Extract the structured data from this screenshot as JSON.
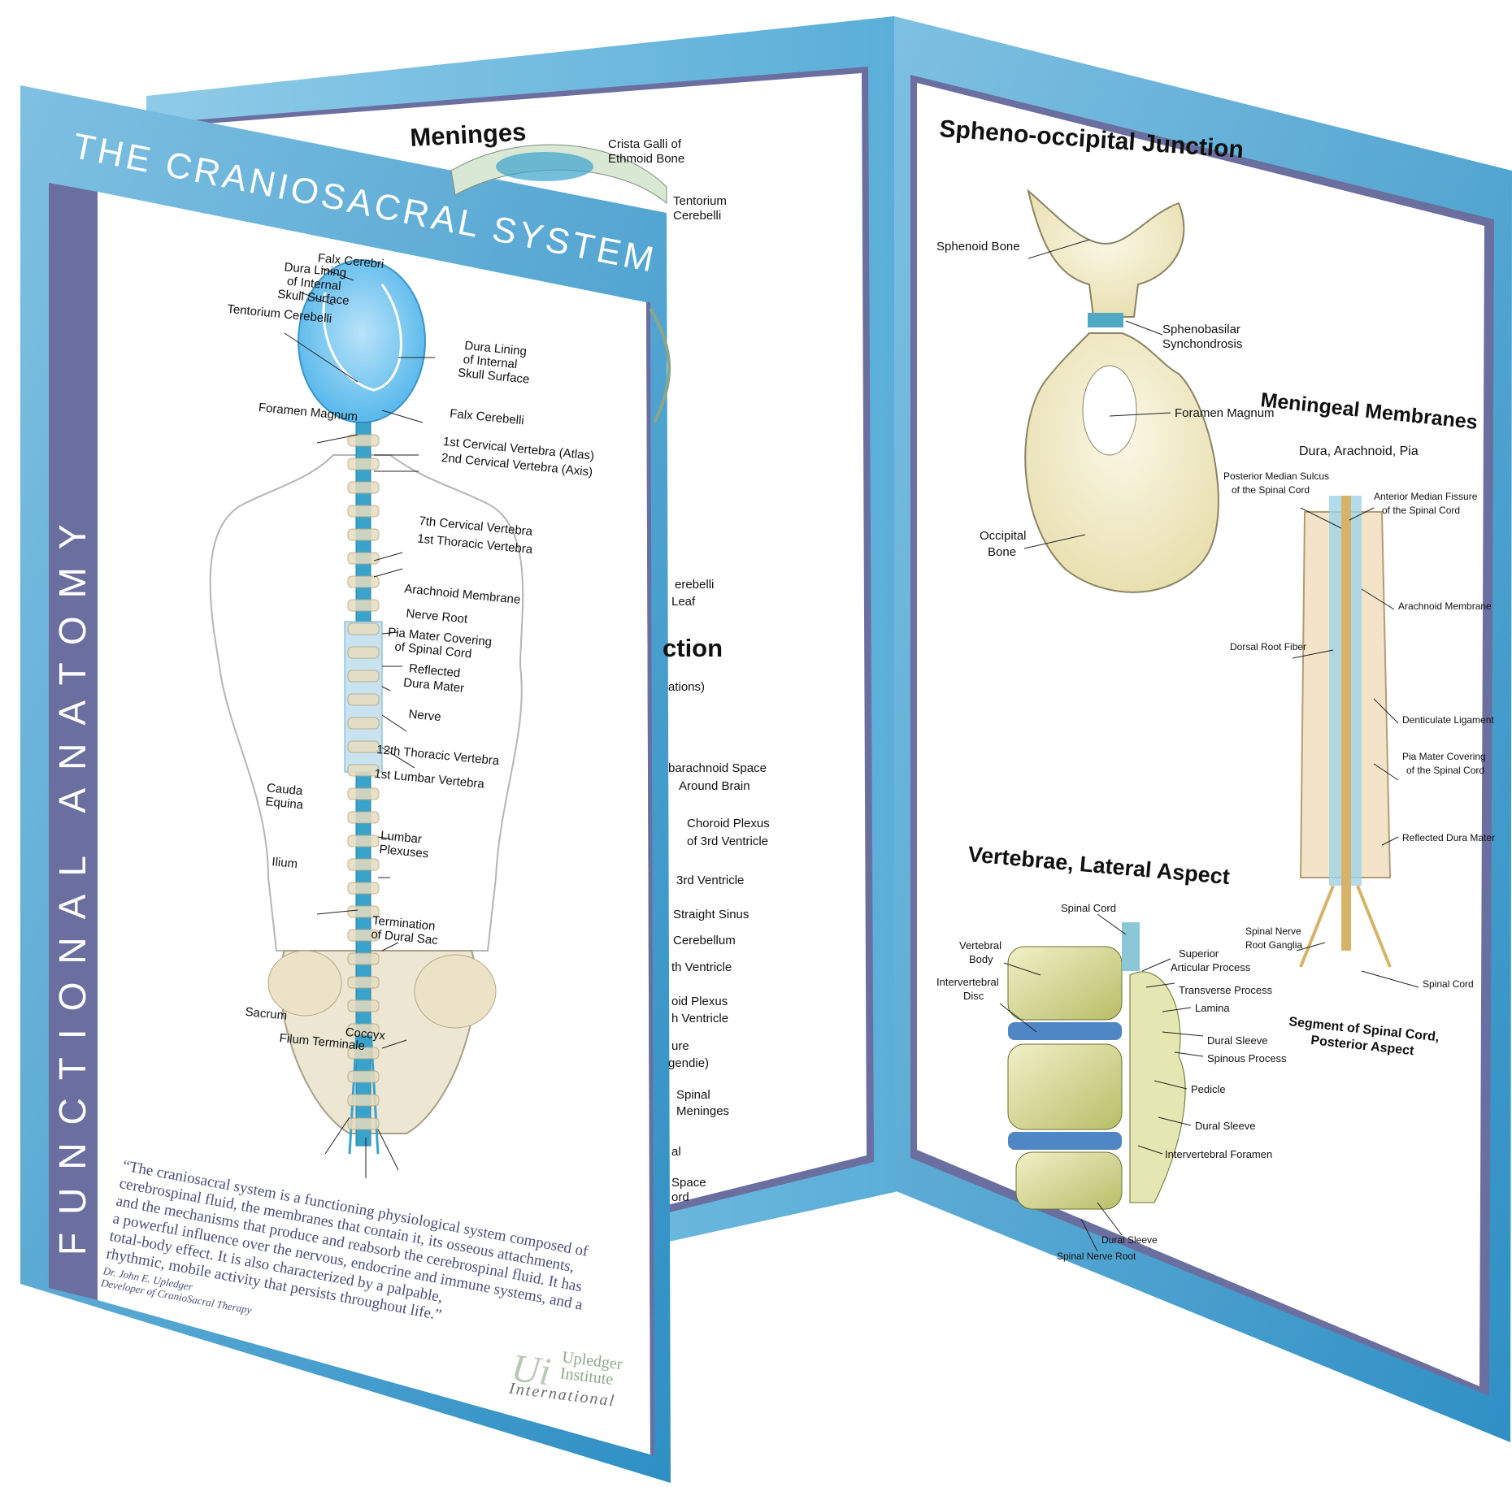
{
  "brochure": {
    "front_title": "THE CRANIOSACRAL SYSTEM",
    "spine_title": "FUNCTIONAL ANATOMY",
    "colors": {
      "cover": "#3a9acc",
      "cover_light": "#8ec6e4",
      "spine_band": "#6b6fa0",
      "panel_border": "#6b6fa0"
    }
  },
  "front_panel": {
    "labels": {
      "falx_cerebri": "Falx Cerebri",
      "dura_lining_line1": "Dura Lining",
      "dura_lining_line2": "of Internal",
      "dura_lining_line3": "Skull Surface",
      "tentorium": "Tentorium Cerebelli",
      "dura_lining_r1": "Dura Lining",
      "dura_lining_r2": "of Internal",
      "dura_lining_r3": "Skull Surface",
      "falx_cerebelli": "Falx Cerebelli",
      "foramen_magnum": "Foramen Magnum",
      "atlas": "1st Cervical Vertebra (Atlas)",
      "axis": "2nd Cervical Vertebra (Axis)",
      "c7": "7th Cervical Vertebra",
      "t1": "1st Thoracic Vertebra",
      "arachnoid": "Arachnoid Membrane",
      "nerve_root": "Nerve Root",
      "pia1": "Pia Mater Covering",
      "pia2": "of Spinal Cord",
      "reflected1": "Reflected",
      "reflected2": "Dura Mater",
      "nerve": "Nerve",
      "t12": "12th Thoracic Vertebra",
      "l1": "1st Lumbar Vertebra",
      "cauda1": "Cauda",
      "cauda2": "Equina",
      "lumbar1": "Lumbar",
      "lumbar2": "Plexuses",
      "ilium": "Ilium",
      "termination1": "Termination",
      "termination2": "of Dural Sac",
      "sacrum": "Sacrum",
      "filum": "Filum Terminale",
      "coccyx": "Coccyx"
    },
    "quote_lines": [
      "“The craniosacral system is a functioning physiological system composed of",
      "cerebrospinal fluid, the membranes that contain it, its osseous attachments,",
      "and the mechanisms that produce and reabsorb the cerebrospinal fluid. It has",
      "a powerful influence over the nervous, endocrine and immune systems, and a",
      "total-body effect. It is also characterized by a palpable,",
      "rhythmic, mobile activity that persists throughout life.”"
    ],
    "author": "Dr. John E. Upledger",
    "author_role": "Developer of CranioSacral Therapy",
    "logo_mark": "Ui",
    "logo_line1": "Upledger",
    "logo_line2": "Institute",
    "logo_line3": "International"
  },
  "middle_panel": {
    "title": "Meninges",
    "crista1": "Crista Galli of",
    "crista2": "Ethmoid Bone",
    "tentorium1": "Tentorium",
    "tentorium2": "Cerebelli",
    "frag_cerebelli": "erebelli",
    "frag_leaf": "Leaf",
    "frag_ction": "ction",
    "frag_ations": "ations)",
    "frag_subarachnoid1": "barachnoid Space",
    "frag_subarachnoid2": "Around Brain",
    "frag_choroid1": "Choroid Plexus",
    "frag_choroid2": "of 3rd Ventricle",
    "frag_3rd": "3rd Ventricle",
    "frag_straight": "Straight Sinus",
    "frag_cerebellum": "Cerebellum",
    "frag_4th": "th Ventricle",
    "frag_choroid4a": "oid Plexus",
    "frag_choroid4b": "h Ventricle",
    "frag_ure": "ure",
    "frag_gendie": "gendie)",
    "frag_spinal1": "Spinal",
    "frag_spinal2": "Meninges",
    "frag_al": "al",
    "frag_space": "Space",
    "frag_ord": "ord"
  },
  "right_panel": {
    "so_title": "Spheno-occipital Junction",
    "sphenoid": "Sphenoid Bone",
    "sphenobasilar1": "Sphenobasilar",
    "sphenobasilar2": "Synchondrosis",
    "foramen": "Foramen Magnum",
    "occipital1": "Occipital",
    "occipital2": "Bone",
    "mm_title": "Meningeal Membranes",
    "mm_subtitle": "Dura, Arachnoid, Pia",
    "pms1": "Posterior Median Sulcus",
    "pms2": "of the Spinal Cord",
    "amf1": "Anterior Median Fissure",
    "amf2": "of the Spinal Cord",
    "arachnoid": "Arachnoid Membrane",
    "dorsal": "Dorsal Root Fiber",
    "denticulate": "Denticulate Ligament",
    "pia1": "Pia Mater Covering",
    "pia2": "of the Spinal Cord",
    "reflected": "Reflected Dura Mater",
    "ganglia1": "Spinal Nerve",
    "ganglia2": "Root Ganglia",
    "spinal_cord": "Spinal Cord",
    "segment1": "Segment of Spinal Cord,",
    "segment2": "Posterior Aspect",
    "vl_title": "Vertebrae, Lateral Aspect",
    "v_spinal_cord": "Spinal Cord",
    "vbody1": "Vertebral",
    "vbody2": "Body",
    "disc1": "Intervertebral",
    "disc2": "Disc",
    "sap1": "Superior",
    "sap2": "Articular Process",
    "transverse": "Transverse Process",
    "lamina": "Lamina",
    "dural1": "Dural Sleeve",
    "spinous": "Spinous Process",
    "pedicle": "Pedicle",
    "dural2": "Dural Sleeve",
    "if": "Intervertebral Foramen",
    "dural3": "Dural Sleeve",
    "snr": "Spinal Nerve Root"
  }
}
